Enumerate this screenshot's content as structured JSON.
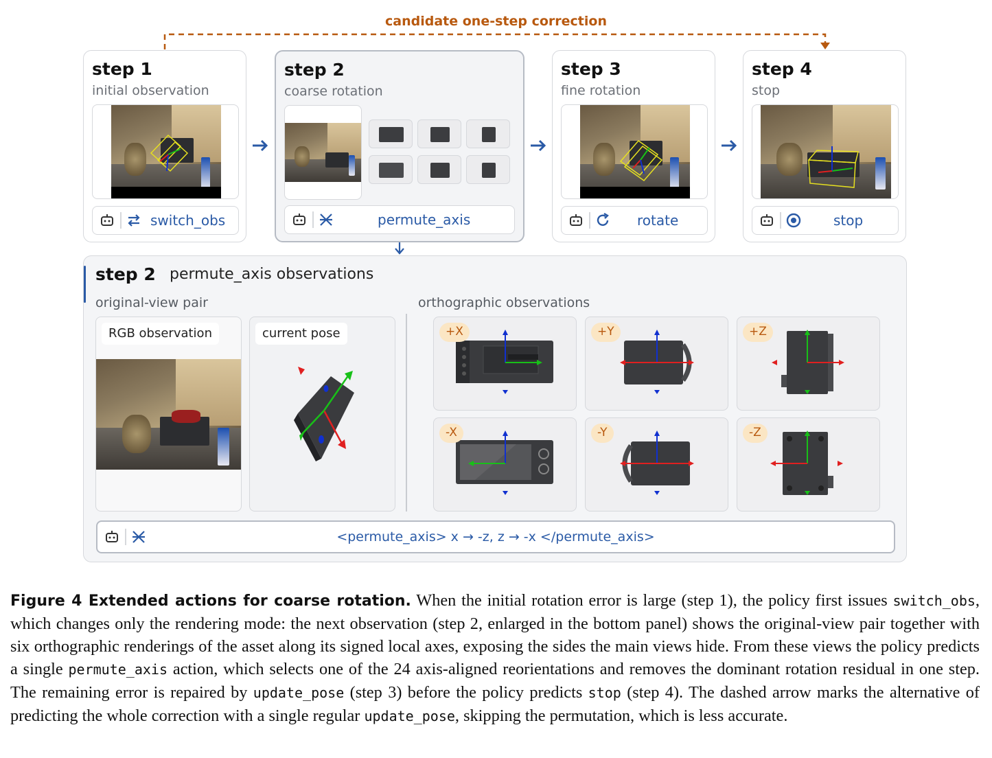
{
  "correction_label": "candidate one-step correction",
  "steps": [
    {
      "title": "step 1",
      "subtitle": "initial observation",
      "action": "switch_obs"
    },
    {
      "title": "step 2",
      "subtitle": "coarse rotation",
      "action": "permute_axis"
    },
    {
      "title": "step 3",
      "subtitle": "fine rotation",
      "action": "rotate"
    },
    {
      "title": "step 4",
      "subtitle": "stop",
      "action": "stop"
    }
  ],
  "panel": {
    "title": "step 2",
    "subtitle": "permute_axis observations",
    "left_group_label": "original-view pair",
    "right_group_label": "orthographic observations",
    "rgb_tag": "RGB observation",
    "pose_tag": "current pose",
    "axes": [
      "+X",
      "+Y",
      "+Z",
      "-X",
      "-Y",
      "-Z"
    ],
    "final_action": "<permute_axis> x → -z, z → -x </permute_axis>"
  },
  "caption": {
    "lead": "Figure 4  Extended actions for coarse rotation.",
    "t1": " When the initial rotation error is large (step 1), the policy first issues ",
    "c1": "switch_obs",
    "t2": ", which changes only the rendering mode: the next observation (step 2, enlarged in the bottom panel) shows the original-view pair together with six orthographic renderings of the asset along its signed local axes, exposing the sides the main views hide. From these views the policy predicts a single ",
    "c2": "permute_axis",
    "t3": " action, which selects one of the 24 axis-aligned reorientations and removes the dominant rotation residual in one step. The remaining error is repaired by ",
    "c3": "update_pose",
    "t4": " (step 3) before the policy predicts ",
    "c4": "stop",
    "t5": " (step 4). The dashed arrow marks the alternative of predicting the whole correction with a single regular ",
    "c5": "update_pose",
    "t6": ", skipping the permutation, which is less accurate."
  },
  "colors": {
    "accent": "#2a5aa6",
    "correction": "#b8590f",
    "axis_x": "#e02020",
    "axis_y": "#18c018",
    "axis_z": "#1030d0"
  }
}
